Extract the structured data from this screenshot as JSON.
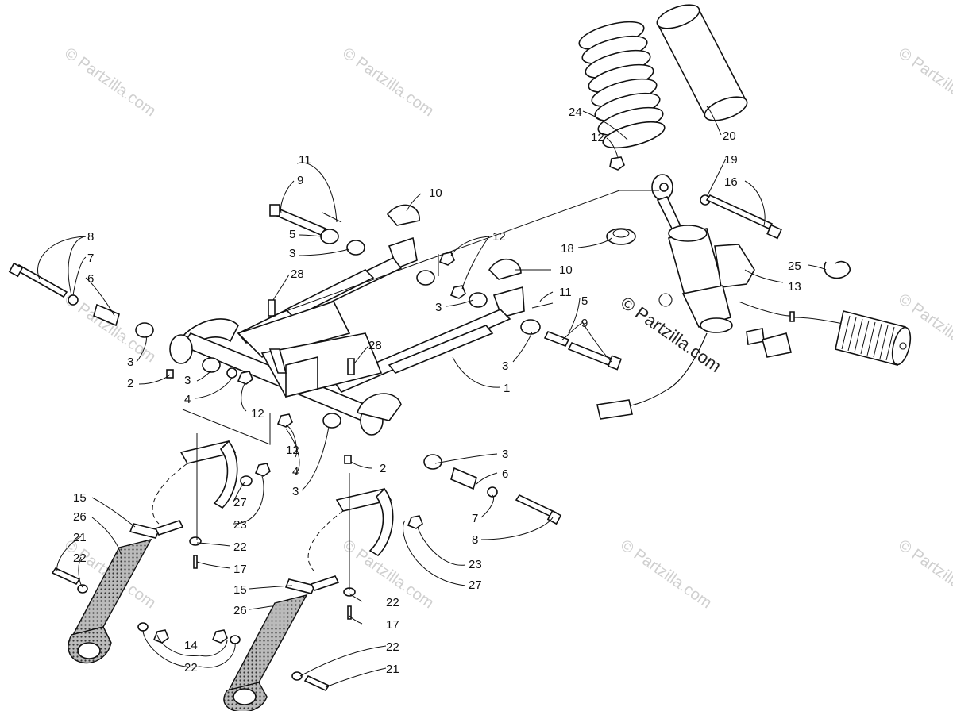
{
  "diagram": {
    "callouts": [
      "1",
      "2",
      "3",
      "4",
      "5",
      "6",
      "7",
      "8",
      "9",
      "10",
      "11",
      "12",
      "13",
      "14",
      "15",
      "16",
      "17",
      "18",
      "19",
      "20",
      "21",
      "22",
      "23",
      "24",
      "25",
      "26",
      "27",
      "28"
    ],
    "watermark_text": "© Partzilla.com",
    "main_watermark_text": "© Partzilla.com"
  }
}
